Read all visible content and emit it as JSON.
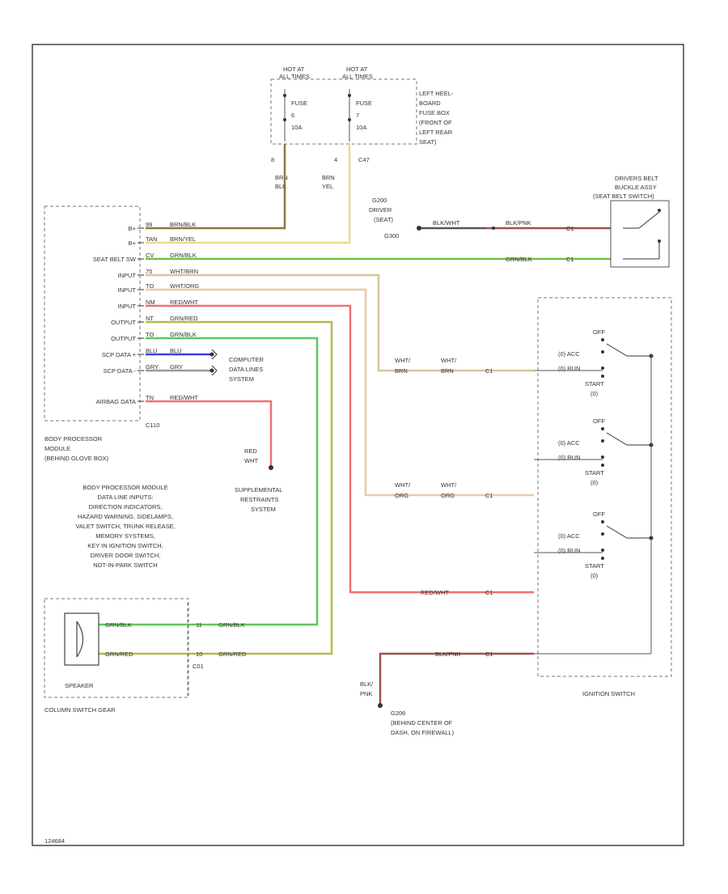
{
  "colors": {
    "brn_blk": "#8a7a3c",
    "tan_yel": "#e8dc8c",
    "grn_blk": "#74c24a",
    "wht_brn": "#d8c49c",
    "wht_org": "#f0c8a0",
    "red_wht": "#f07070",
    "grn_red": "#b8b84c",
    "grn_wht": "#5cc85c",
    "blu": "#3c3ce8",
    "gry": "#9a9a9a",
    "blk_pnk": "#a05050",
    "wire_dark": "#555555"
  },
  "fuse_block": {
    "hot1": "HOT AT",
    "hot1b": "ALL TIMES",
    "hot2": "HOT AT",
    "hot2b": "ALL TIMES",
    "fuse1_a": "FUSE",
    "fuse1_b": "6",
    "fuse1_c": "10A",
    "fuse2_a": "FUSE",
    "fuse2_b": "7",
    "fuse2_c": "10A",
    "desc1": "LEFT HEEL-",
    "desc2": "BOARD",
    "desc3": "FUSE BOX",
    "desc4": "(FRONT OF",
    "desc5": "LEFT REAR",
    "desc6": "SEAT)",
    "pin1": "8",
    "pin2": "4",
    "conn": "C47",
    "wire1a": "BRN",
    "wire1b": "BLK",
    "wire2a": "BRN",
    "wire2b": "YEL"
  },
  "bpm": {
    "pins": [
      "B+",
      "B+",
      "SEAT BELT SW",
      "INPUT",
      "INPUT",
      "INPUT",
      "OUTPUT",
      "OUTPUT",
      "SCP DATA +",
      "SCP DATA -",
      "AIRBAG DATA"
    ],
    "pin_nums": [
      "99",
      "TAN",
      "CV",
      "75",
      "TO",
      "NM",
      "NT",
      "TO",
      "BLU",
      "GRY",
      "TN"
    ],
    "wire_labels": [
      "BRN/BLK",
      "BRN/YEL",
      "GRN/BLK",
      "WHT/BRN",
      "WHT/ORG",
      "RED/WHT",
      "GRN/RED",
      "GRN/BLK",
      "BLU",
      "GRY",
      "RED/WHT"
    ],
    "conn": "C110",
    "name1": "BODY PROCESSOR",
    "name2": "MODULE",
    "name3": "(BEHIND GLOVE BOX)"
  },
  "computer": {
    "l1": "COMPUTER",
    "l2": "DATA LINES",
    "l3": "SYSTEM"
  },
  "ground_g200": {
    "l1": "G200",
    "l2": "DRIVER",
    "l3": "(SEAT)",
    "l4": "G300",
    "wire1": "BLK/WHT",
    "wire2": "BLK/PNK"
  },
  "seat_belt": {
    "l1": "DRIVERS BELT",
    "l2": "BUCKLE ASSY",
    "l3": "(SEAT BELT SWITCH)",
    "wire": "GRN/BLK",
    "conn": "C1"
  },
  "srs": {
    "w1": "RED",
    "w2": "WHT",
    "l1": "SUPPLEMENTAL",
    "l2": "RESTRAINTS",
    "l3": "SYSTEM"
  },
  "notes": [
    "BODY PROCESSOR MODULE",
    "DATA LINE INPUTS:",
    "DIRECTION INDICATORS,",
    "HAZARD WARNING, SIDELAMPS,",
    "VALET SWITCH, TRUNK RELEASE,",
    "MEMORY SYSTEMS,",
    "KEY IN IGNITION SWITCH,",
    "DRIVER DOOR SWITCH,",
    "NOT-IN-PARK SWITCH"
  ],
  "ignition": {
    "sw_labels": [
      "OFF",
      "ACC",
      "RUN",
      "START"
    ],
    "pos1": "(0) ACC",
    "pos2": "(0) RUN",
    "wire_wb1": "WHT/",
    "wire_wb2": "BRN",
    "wire_wo1": "WHT/",
    "wire_wo2": "ORG",
    "wire_rw": "RED/WHT",
    "wire_bp": "BLK/PNK",
    "conn": "C1",
    "title": "IGNITION SWITCH",
    "start_a": "START",
    "start_b": "(0)"
  },
  "speaker": {
    "label": "SPEAKER",
    "wire1": "GRN/BLK",
    "wire2": "GRN/RED",
    "pin1": "11",
    "pin2": "10",
    "conn": "C01",
    "cs": "COLUMN SWITCH GEAR"
  },
  "ground_g206": {
    "wire1": "BLK/",
    "wire2": "PNK",
    "l1": "G206",
    "l2": "(BEHIND CENTER OF",
    "l3": "DASH, ON FIREWALL)"
  },
  "footer": "124684"
}
